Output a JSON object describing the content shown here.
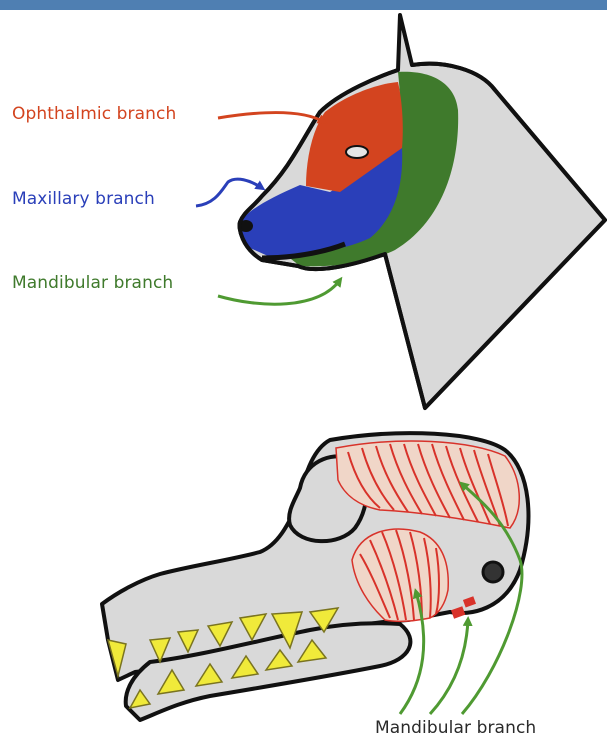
{
  "labels": {
    "ophthalmic": "Ophthalmic branch",
    "maxillary": "Maxillary branch",
    "mandibular_head": "Mandibular branch",
    "mandibular_skull": "Mandibular branch"
  },
  "colors": {
    "ophthalmic": "#d3441f",
    "maxillary": "#2a3fb9",
    "mandibular": "#3f7a2c",
    "arrow_green": "#4f9a32",
    "muscle": "#d8322a",
    "teeth": "#f0ea3a",
    "skin": "#d9d9d9",
    "topbar": "#4f7fb2"
  }
}
